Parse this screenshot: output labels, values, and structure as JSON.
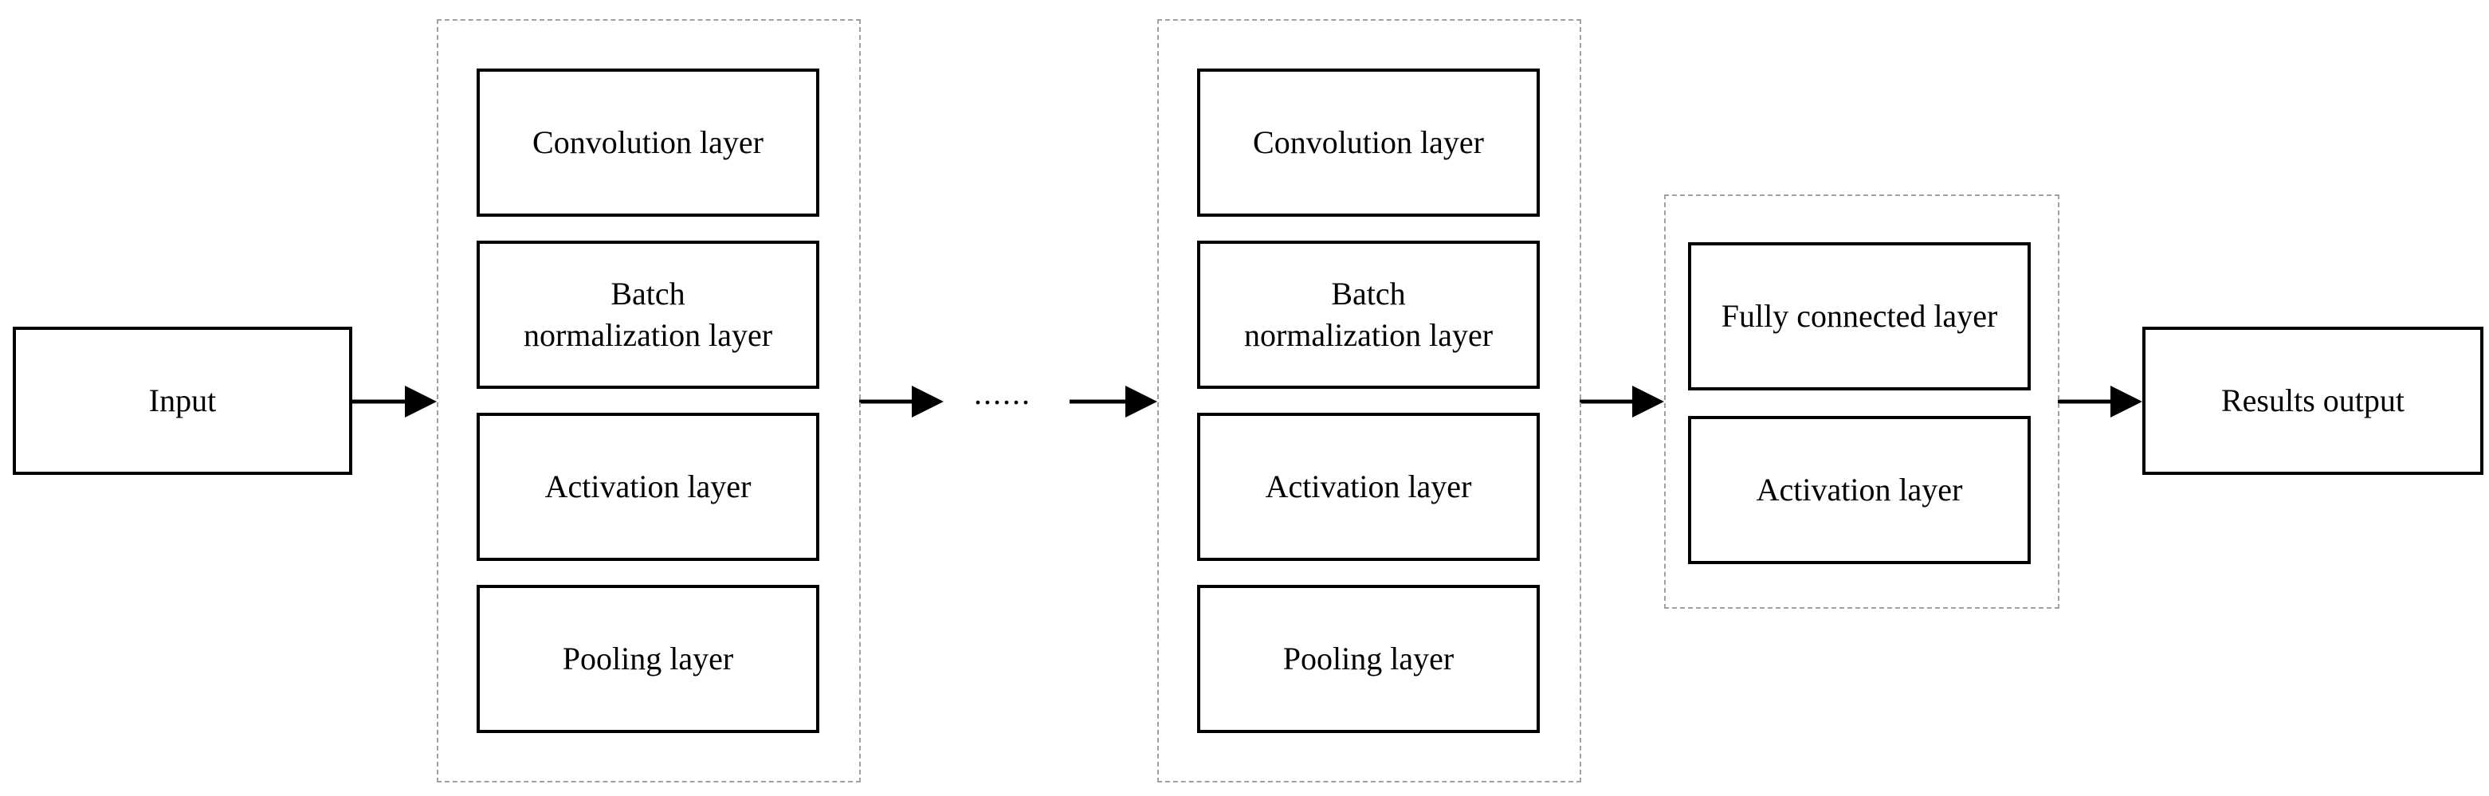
{
  "input": {
    "label": "Input"
  },
  "block1": {
    "layers": [
      {
        "label": "Convolution layer"
      },
      {
        "label": "Batch normalization layer"
      },
      {
        "label": "Activation layer"
      },
      {
        "label": "Pooling layer"
      }
    ]
  },
  "ellipsis": "......",
  "block2": {
    "layers": [
      {
        "label": "Convolution layer"
      },
      {
        "label": "Batch normalization layer"
      },
      {
        "label": "Activation layer"
      },
      {
        "label": "Pooling layer"
      }
    ]
  },
  "block3": {
    "layers": [
      {
        "label": "Fully connected layer"
      },
      {
        "label": "Activation layer"
      }
    ]
  },
  "output": {
    "label": "Results output"
  }
}
